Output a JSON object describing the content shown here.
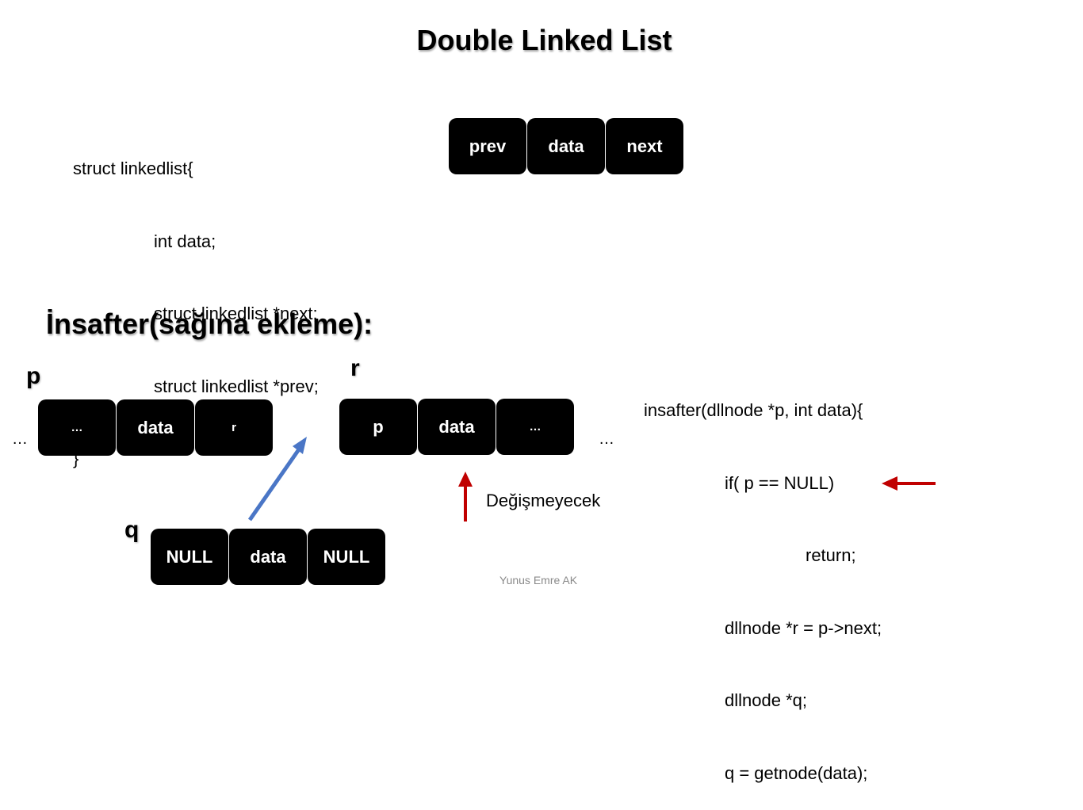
{
  "title": "Double Linked List",
  "struct_code": {
    "lines": [
      "struct linkedlist{",
      "int data;",
      "struct linkedlist *next;",
      "struct linkedlist *prev;",
      "}"
    ]
  },
  "node_template": {
    "cells": [
      "prev",
      "data",
      "next"
    ]
  },
  "section_heading": "İnsafter(sağına ekleme):",
  "labels": {
    "p": "p",
    "r": "r",
    "q": "q"
  },
  "node_p": {
    "cells": [
      "…",
      "data",
      "r"
    ]
  },
  "node_r": {
    "cells": [
      "p",
      "data",
      "…"
    ]
  },
  "node_q": {
    "cells": [
      "NULL",
      "data",
      "NULL"
    ]
  },
  "ellipsis_left": "…",
  "ellipsis_right": "…",
  "note_unchanged": "Değişmeyecek",
  "insafter_code": {
    "lines": [
      "insafter(dllnode *p, int data){",
      "if( p == NULL)",
      "return;",
      "dllnode *r = p->next;",
      "dllnode *q;",
      "q = getnode(data);"
    ]
  },
  "footer": "Yunus Emre AK",
  "colors": {
    "blue_arrow": "#4a76c6",
    "red_arrow": "#c00000"
  }
}
